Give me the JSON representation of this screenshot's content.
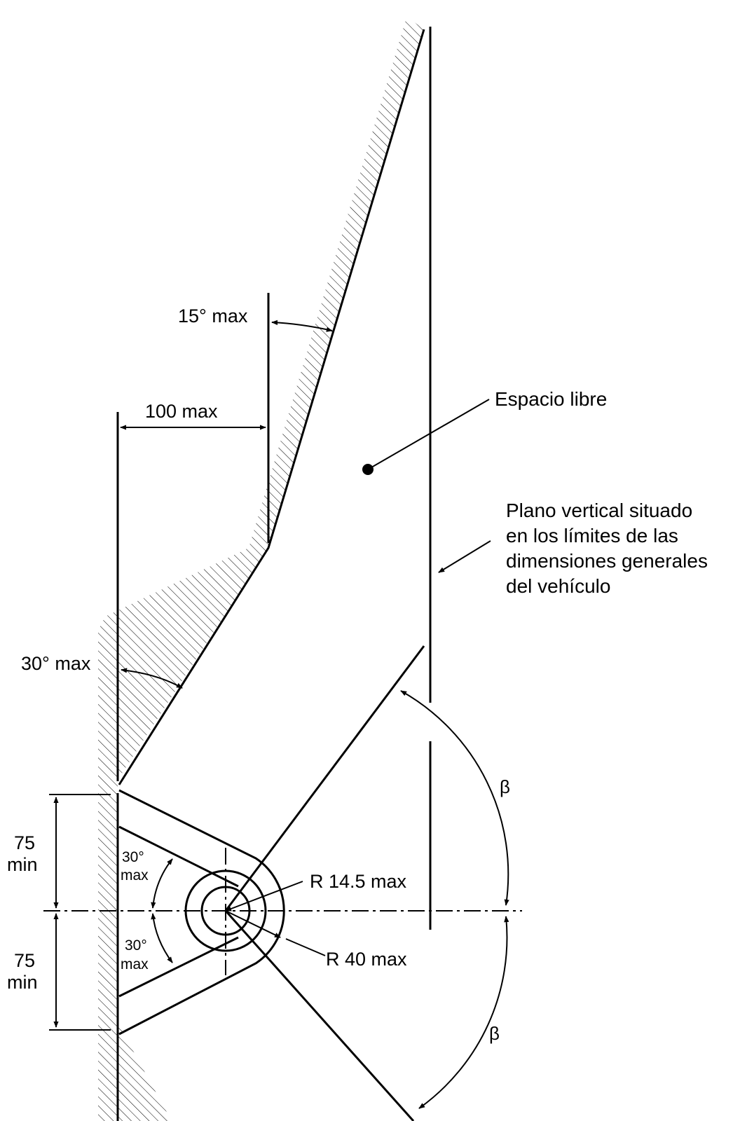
{
  "diagram": {
    "labels": {
      "angle_top": "15° max",
      "width_top": "100 max",
      "free_space": "Espacio libre",
      "vertical_plane": [
        "Plano vertical situado",
        "en los límites de las",
        "dimensiones generales",
        "del vehículo"
      ],
      "angle_mid": "30° max",
      "beta_upper": "β",
      "beta_lower": "β",
      "dim_upper": [
        "75",
        "min"
      ],
      "dim_lower": [
        "75",
        "min"
      ],
      "arm_angle_upper": [
        "30°",
        "max"
      ],
      "arm_angle_lower": [
        "30°",
        "max"
      ],
      "radius_small": "R 14.5 max",
      "radius_large": "R 40 max"
    }
  }
}
